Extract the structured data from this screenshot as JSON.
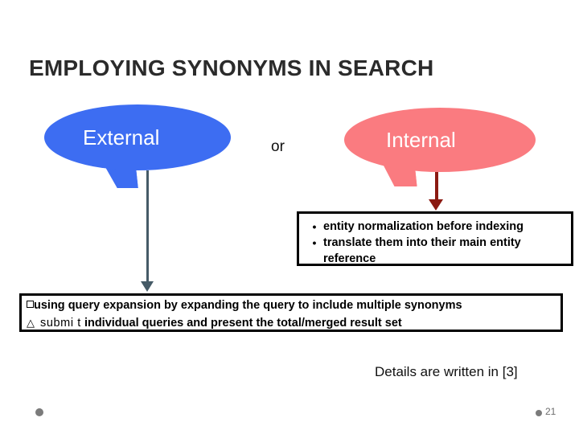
{
  "slide": {
    "title": "EMPLOYING SYNONYMS IN SEARCH",
    "background_color": "#ffffff"
  },
  "callouts": [
    {
      "name": "external",
      "label": "External",
      "fill_color": "#3d6df2",
      "text_color": "#ffffff"
    },
    {
      "name": "internal",
      "label": "Internal",
      "fill_color": "#fa7b80",
      "text_color": "#ffffff"
    }
  ],
  "connector": {
    "or_label": "or"
  },
  "arrows": [
    {
      "name": "external-to-bottom-box",
      "color": "#465b67",
      "direction": "down"
    },
    {
      "name": "internal-to-bullet-box",
      "color": "#8b1a12",
      "direction": "down"
    }
  ],
  "bullet_box": {
    "bullet_glyph": "•",
    "items": [
      "entity normalization before indexing",
      "translate them into their main entity reference"
    ]
  },
  "bottom_box": {
    "lines": [
      {
        "marker": "box-glyph",
        "marker_text": "",
        "lead_word": "",
        "text": "using query expansion by expanding the query to include multiple synonyms"
      },
      {
        "marker": "triangle-glyph",
        "marker_text": "△",
        "lead_word": "submi t",
        "text": "individual queries and present the total/merged result set"
      }
    ]
  },
  "footnote": {
    "text": "Details are written in [3]"
  },
  "footer": {
    "page_number": "21",
    "dot_color": "#7b7b7b"
  }
}
